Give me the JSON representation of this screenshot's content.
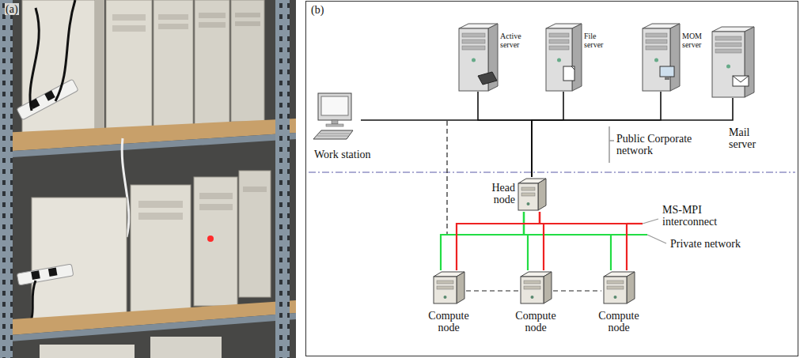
{
  "diagram": {
    "nodes": [
      {
        "text": [
          "Active server"
        ]
      },
      {
        "text": [
          "File server"
        ]
      },
      {
        "text": [
          "MOM server"
        ]
      },
      {
        "text": [
          "Mail server"
        ]
      },
      {
        "text": [
          "Work station"
        ]
      },
      {
        "text": [
          "Head node"
        ]
      },
      {
        "text": [
          "Compute node"
        ]
      },
      {
        "text": [
          "Compute node"
        ]
      },
      {
        "text": [
          "Compute node"
        ]
      }
    ],
    "edges": [
      {
        "from": 4,
        "to": 5,
        "arrow": "none"
      },
      {
        "from": 0,
        "to": 5,
        "arrow": "none"
      },
      {
        "from": 1,
        "to": 5,
        "arrow": "none"
      },
      {
        "from": 2,
        "to": 5,
        "arrow": "none"
      },
      {
        "from": 3,
        "to": 5,
        "arrow": "none"
      },
      {
        "from": 5,
        "to": 6,
        "arrow": "none"
      },
      {
        "from": 5,
        "to": 7,
        "arrow": "none"
      },
      {
        "from": 5,
        "to": 8,
        "arrow": "none"
      },
      {
        "from": 5,
        "to": 6,
        "arrow": "none"
      },
      {
        "from": 5,
        "to": 7,
        "arrow": "none"
      },
      {
        "from": 5,
        "to": 8,
        "arrow": "none"
      }
    ],
    "labels": [
      "(a)",
      "(b)",
      "Public Corporate network",
      "MS-MPI interconnect",
      "Private network"
    ]
  }
}
